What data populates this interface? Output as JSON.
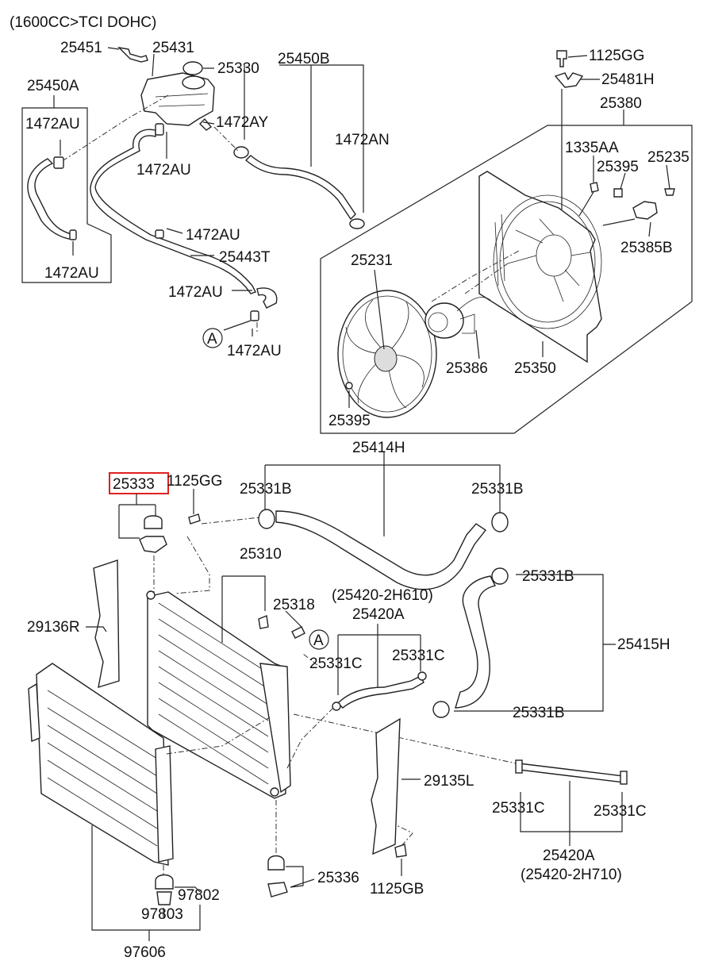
{
  "header": {
    "engine_spec": "(1600CC>TCI DOHC)"
  },
  "labels": {
    "p25451": "25451",
    "p25431": "25431",
    "p25330": "25330",
    "p25450B": "25450B",
    "p25450A": "25450A",
    "p1472AU_a": "1472AU",
    "p1472AY": "1472AY",
    "p1472AN": "1472AN",
    "p1472AU_b": "1472AU",
    "p1472AU_c": "1472AU",
    "p25443T": "25443T",
    "p1472AU_d": "1472AU",
    "p1472AU_e": "1472AU",
    "p1472AU_f": "1472AU",
    "callout_A_top": "A",
    "p1125GG_top": "1125GG",
    "p25481H": "25481H",
    "p25380": "25380",
    "p1335AA": "1335AA",
    "p25395_top": "25395",
    "p25235": "25235",
    "p25385B": "25385B",
    "p25231": "25231",
    "p25386": "25386",
    "p25350": "25350",
    "p25395_bot": "25395",
    "p25414H": "25414H",
    "p25333": "25333",
    "p1125GG_mid": "1125GG",
    "p25331B_a": "25331B",
    "p25331B_b": "25331B",
    "p25331B_c": "25331B",
    "p25310": "25310",
    "p25318": "25318",
    "p25420_2H610": "(25420-2H610)",
    "p25420A_top": "25420A",
    "callout_A_mid": "A",
    "p25331C_a": "25331C",
    "p25331C_b": "25331C",
    "p25415H": "25415H",
    "p29136R": "29136R",
    "p25331B_d": "25331B",
    "p29135L": "29135L",
    "p25331C_c": "25331C",
    "p25331C_d": "25331C",
    "p25420A_bot": "25420A",
    "p25420_2H710": "(25420-2H710)",
    "p25336": "25336",
    "p1125GB": "1125GB",
    "p97802": "97802",
    "p97803": "97803",
    "p97606": "97606"
  },
  "highlight": {
    "part": "25333",
    "color": "#e02020"
  }
}
